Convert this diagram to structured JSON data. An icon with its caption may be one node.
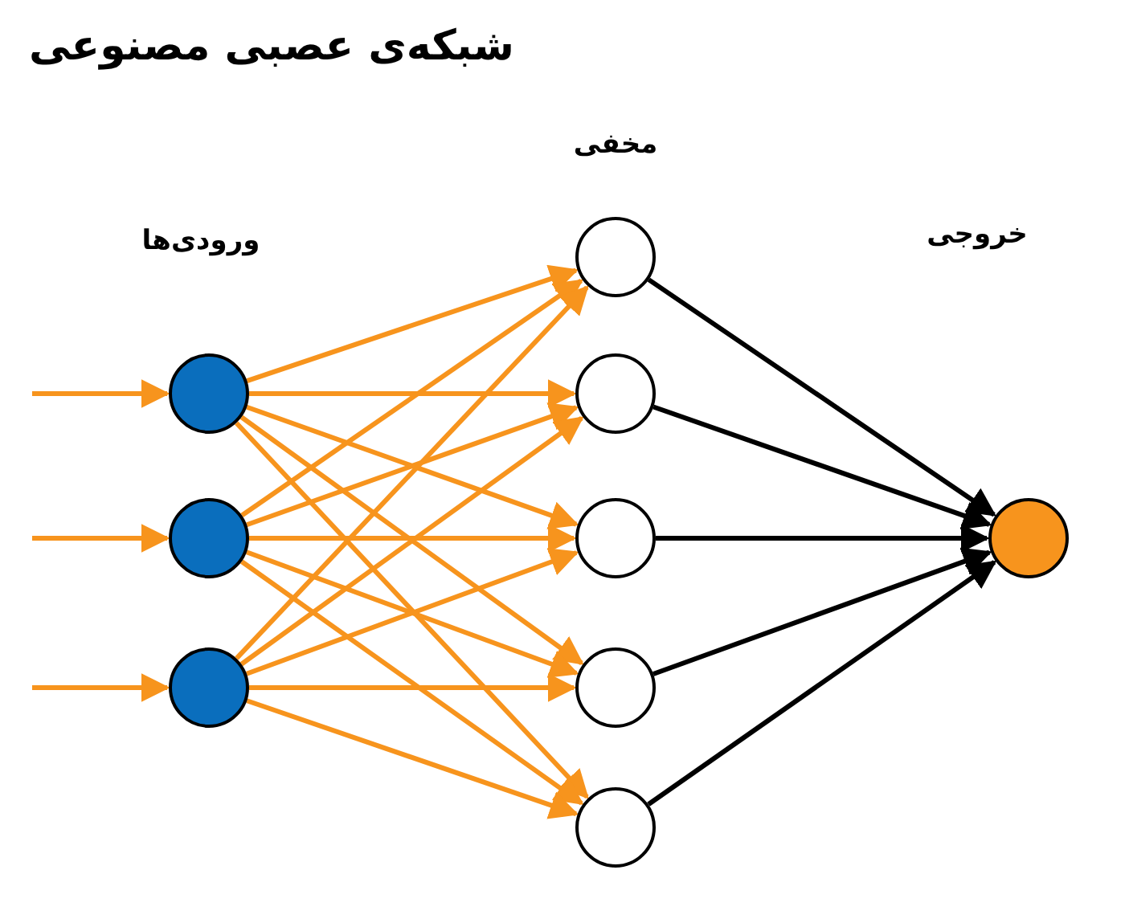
{
  "diagram": {
    "title": "شبکه‌ی عصبی مصنوعی",
    "nodes": [
      {
        "text": [],
        "shape": "circle"
      },
      {
        "text": [],
        "shape": "circle"
      },
      {
        "text": [],
        "shape": "circle"
      },
      {
        "text": [],
        "shape": "circle"
      },
      {
        "text": [],
        "shape": "circle"
      },
      {
        "text": [],
        "shape": "circle"
      },
      {
        "text": [],
        "shape": "circle"
      },
      {
        "text": [],
        "shape": "circle"
      },
      {
        "text": [],
        "shape": "circle"
      }
    ],
    "edges": [
      {
        "from": null,
        "to": 0,
        "arrow": "to"
      },
      {
        "from": null,
        "to": 1,
        "arrow": "to"
      },
      {
        "from": null,
        "to": 2,
        "arrow": "to"
      },
      {
        "from": 0,
        "to": 3,
        "arrow": "to"
      },
      {
        "from": 0,
        "to": 4,
        "arrow": "to"
      },
      {
        "from": 0,
        "to": 5,
        "arrow": "to"
      },
      {
        "from": 0,
        "to": 6,
        "arrow": "to"
      },
      {
        "from": 0,
        "to": 7,
        "arrow": "to"
      },
      {
        "from": 1,
        "to": 3,
        "arrow": "to"
      },
      {
        "from": 1,
        "to": 4,
        "arrow": "to"
      },
      {
        "from": 1,
        "to": 5,
        "arrow": "to"
      },
      {
        "from": 1,
        "to": 6,
        "arrow": "to"
      },
      {
        "from": 1,
        "to": 7,
        "arrow": "to"
      },
      {
        "from": 2,
        "to": 3,
        "arrow": "to"
      },
      {
        "from": 2,
        "to": 4,
        "arrow": "to"
      },
      {
        "from": 2,
        "to": 5,
        "arrow": "to"
      },
      {
        "from": 2,
        "to": 6,
        "arrow": "to"
      },
      {
        "from": 2,
        "to": 7,
        "arrow": "to"
      },
      {
        "from": 3,
        "to": 8,
        "arrow": "to",
        "color": "#000000"
      },
      {
        "from": 4,
        "to": 8,
        "arrow": "to",
        "color": "#000000"
      },
      {
        "from": 5,
        "to": 8,
        "arrow": "to",
        "color": "#000000"
      },
      {
        "from": 6,
        "to": 8,
        "arrow": "to",
        "color": "#000000"
      },
      {
        "from": 7,
        "to": 8,
        "arrow": "to",
        "color": "#000000"
      }
    ],
    "labels": [
      "مخفی",
      "ورودی‌ها",
      "خروجی"
    ]
  }
}
